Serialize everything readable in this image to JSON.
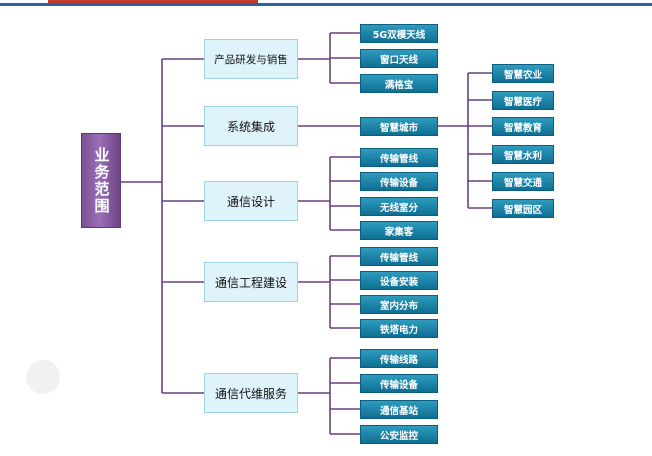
{
  "root": "业务范围",
  "categories": [
    {
      "label": "产品研发与销售",
      "children": [
        "5G双模天线",
        "窗口天线",
        "满格宝"
      ]
    },
    {
      "label": "系统集成",
      "children": [
        "智慧城市"
      ]
    },
    {
      "label": "通信设计",
      "children": [
        "传输管线",
        "传输设备",
        "无线室分",
        "家集客"
      ]
    },
    {
      "label": "通信工程建设",
      "children": [
        "传输管线",
        "设备安装",
        "室内分布",
        "铁塔电力"
      ]
    },
    {
      "label": "通信代维服务",
      "children": [
        "传输线路",
        "传输设备",
        "通信基站",
        "公安监控"
      ]
    }
  ],
  "smart_city": {
    "children": [
      "智慧农业",
      "智慧医疗",
      "智慧教育",
      "智慧水利",
      "智慧交通",
      "智慧园区"
    ]
  }
}
